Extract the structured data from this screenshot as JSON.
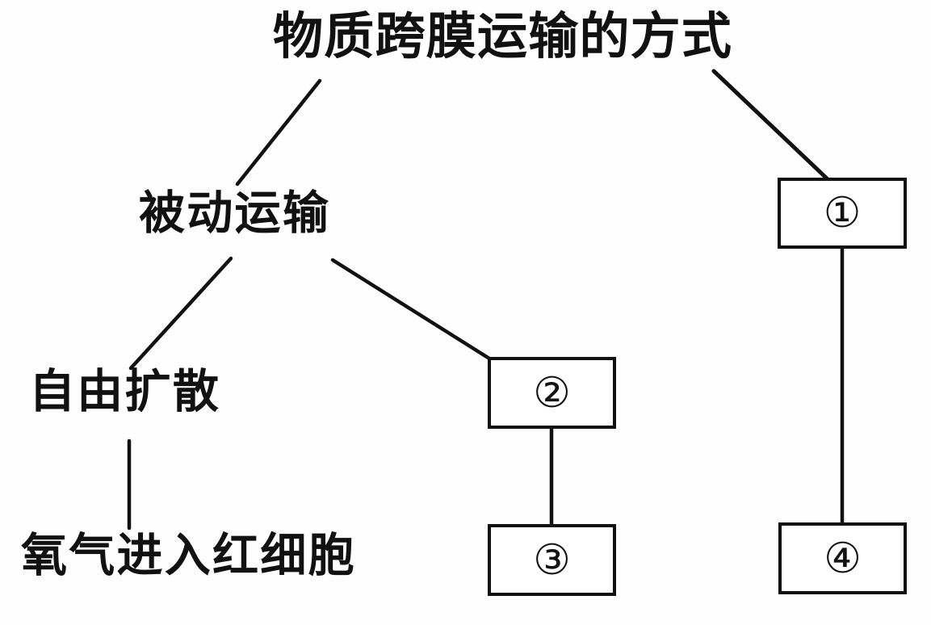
{
  "diagram": {
    "title": "物质跨膜运输的方式",
    "type": "concept-map",
    "background_color": "#fefefe",
    "line_color": "#111111",
    "text_color": "#111111",
    "nodes": {
      "root": {
        "label": "物质跨膜运输的方式",
        "kind": "text"
      },
      "passive_transport": {
        "label": "被动运输",
        "kind": "text"
      },
      "free_diffusion": {
        "label": "自由扩散",
        "kind": "text"
      },
      "oxygen_into_rbc": {
        "label": "氧气进入红细胞",
        "kind": "text"
      },
      "blank_1": {
        "label": "①",
        "kind": "box"
      },
      "blank_2": {
        "label": "②",
        "kind": "box"
      },
      "blank_3": {
        "label": "③",
        "kind": "box"
      },
      "blank_4": {
        "label": "④",
        "kind": "box"
      }
    },
    "edges": [
      {
        "from": "root",
        "to": "passive_transport",
        "style": "diagonal"
      },
      {
        "from": "root",
        "to": "blank_1",
        "style": "diagonal"
      },
      {
        "from": "passive_transport",
        "to": "free_diffusion",
        "style": "diagonal"
      },
      {
        "from": "passive_transport",
        "to": "blank_2",
        "style": "diagonal"
      },
      {
        "from": "free_diffusion",
        "to": "oxygen_into_rbc",
        "style": "vertical"
      },
      {
        "from": "blank_2",
        "to": "blank_3",
        "style": "vertical"
      },
      {
        "from": "blank_1",
        "to": "blank_4",
        "style": "vertical"
      }
    ]
  }
}
